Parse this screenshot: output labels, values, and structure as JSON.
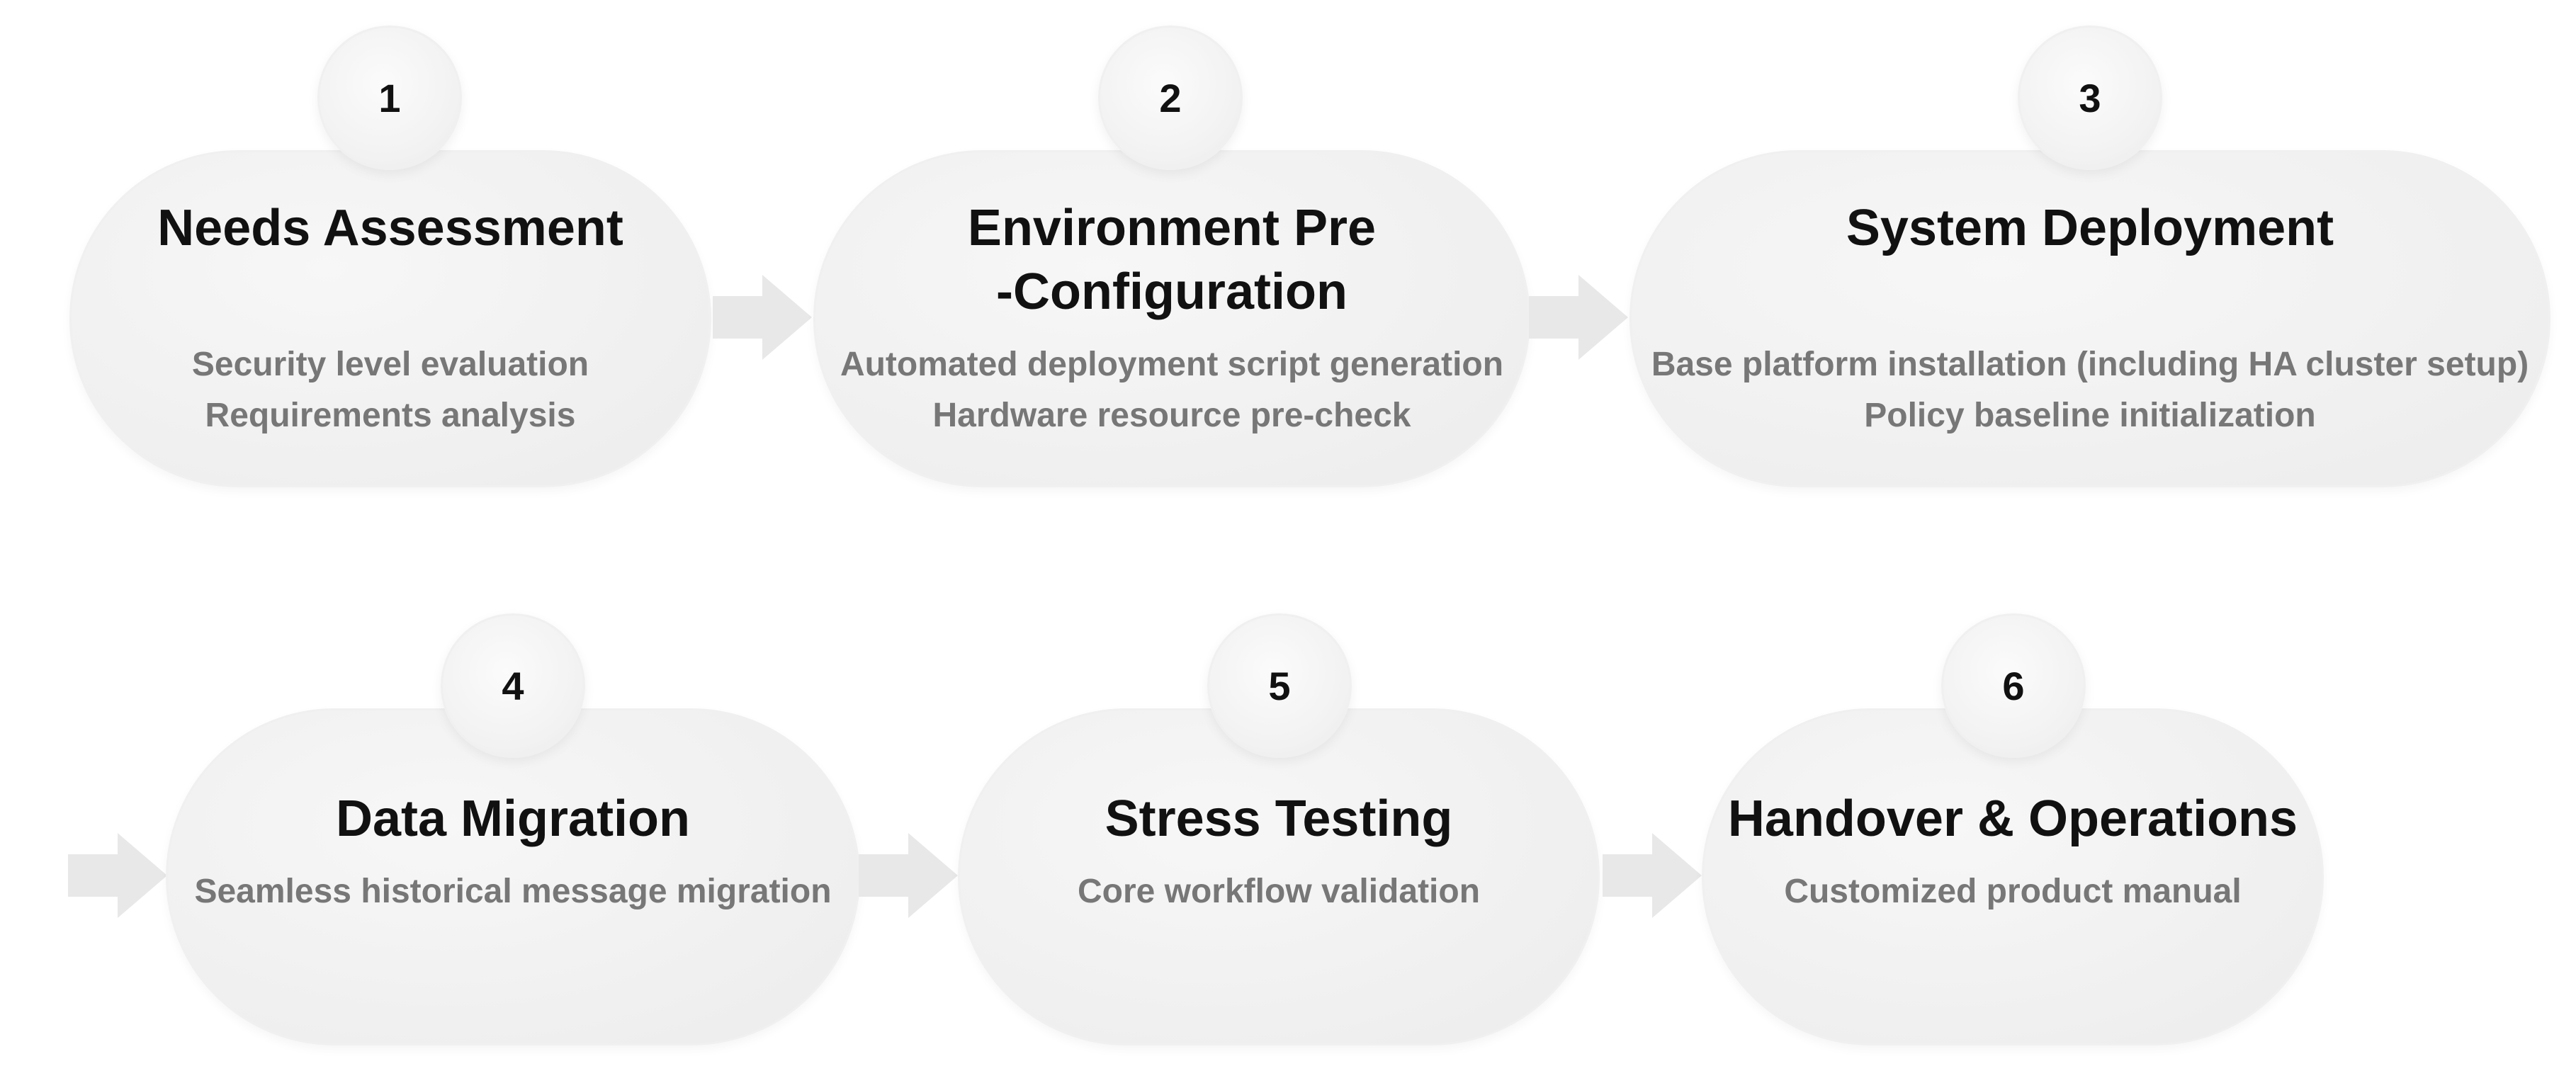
{
  "steps": [
    {
      "number": "1",
      "title_lines": [
        "Needs Assessment"
      ],
      "details": [
        "Security level evaluation",
        "Requirements analysis"
      ]
    },
    {
      "number": "2",
      "title_lines": [
        "Environment Pre",
        "-Configuration"
      ],
      "details": [
        "Automated deployment script generation",
        "Hardware resource pre-check"
      ]
    },
    {
      "number": "3",
      "title_lines": [
        "System Deployment"
      ],
      "details": [
        "Base platform installation (including HA cluster setup)",
        "Policy baseline initialization"
      ]
    },
    {
      "number": "4",
      "title_lines": [
        "Data Migration"
      ],
      "details": [
        "Seamless historical message migration"
      ]
    },
    {
      "number": "5",
      "title_lines": [
        "Stress Testing"
      ],
      "details": [
        "Core workflow validation"
      ]
    },
    {
      "number": "6",
      "title_lines": [
        "Handover & Operations"
      ],
      "details": [
        "Customized product manual"
      ]
    }
  ],
  "colors": {
    "title": "#111111",
    "detail": "#777777",
    "arrow": "#e8e8e8"
  }
}
